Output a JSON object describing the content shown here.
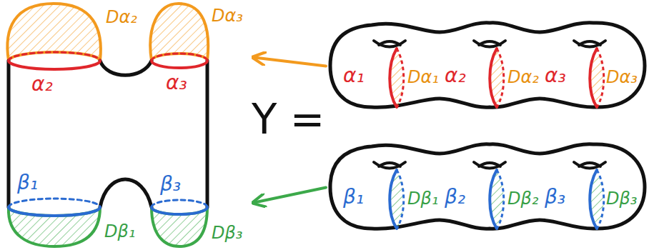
{
  "diagram": {
    "nodes": [
      {
        "text": [
          "Dα₂",
          "Dα₃",
          "α₂",
          "α₃",
          "β₁",
          "β₃",
          "Dβ₁",
          "Dβ₃"
        ]
      },
      {
        "text": [
          "α₁",
          "Dα₁",
          "α₂",
          "Dα₂",
          "α₃",
          "Dα₃"
        ]
      },
      {
        "text": [
          "β₁",
          "Dβ₁",
          "β₂",
          "Dβ₂",
          "β₃",
          "Dβ₃"
        ]
      }
    ],
    "edges": [
      {
        "from": 1,
        "to": 0,
        "arrow": "to"
      },
      {
        "from": 2,
        "to": 0,
        "arrow": "to"
      }
    ],
    "labels": [
      "Y ="
    ]
  }
}
